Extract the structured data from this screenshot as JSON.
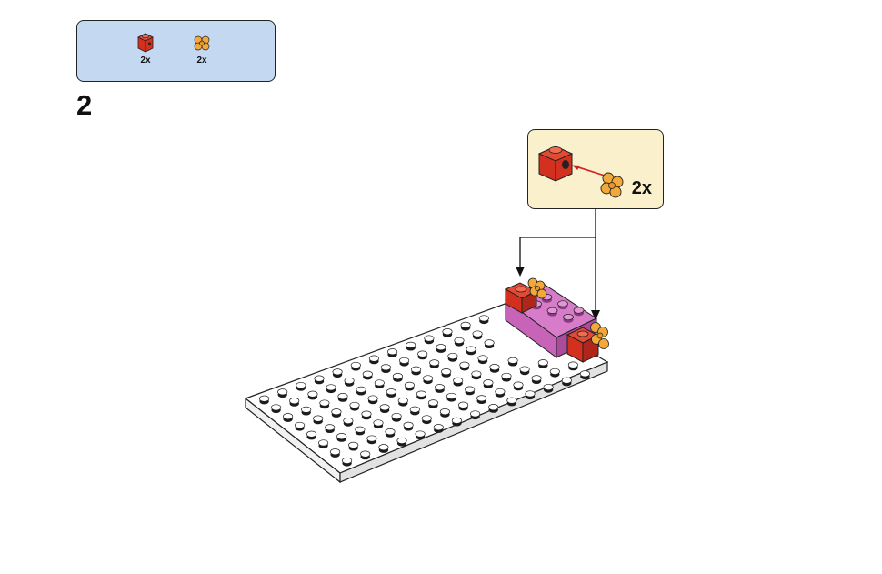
{
  "parts_list": {
    "items": [
      {
        "name": "red-brick-1x1-with-stud-hole",
        "color": "#d3301f",
        "quantity": "2x"
      },
      {
        "name": "yellow-flower",
        "color": "#f3a93a",
        "quantity": "2x"
      }
    ]
  },
  "step": {
    "number": "2"
  },
  "callout": {
    "quantity": "2x"
  },
  "colors": {
    "parts_box_bg": "#c4d8f2",
    "callout_bg": "#fbf0cc",
    "baseplate": "#ffffff",
    "magenta_brick": "#c764b8",
    "red_brick": "#d3301f",
    "flower": "#f3a93a",
    "arrow_red": "#d12020"
  }
}
